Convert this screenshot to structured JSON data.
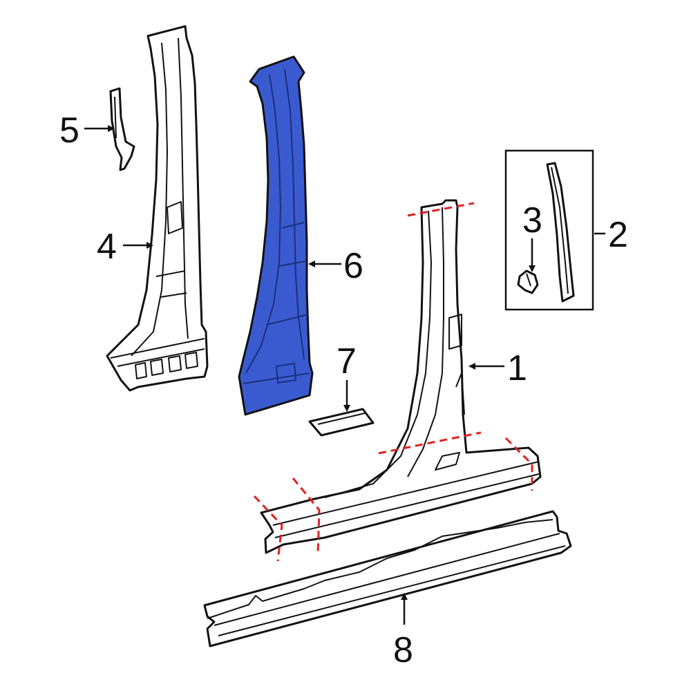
{
  "callouts": {
    "c1": "1",
    "c2": "2",
    "c3": "3",
    "c4": "4",
    "c5": "5",
    "c6": "6",
    "c7": "7",
    "c8": "8"
  },
  "colors": {
    "highlight_part": "#3a5bd0",
    "cut_lines": "#e02020",
    "outline": "#111111"
  }
}
